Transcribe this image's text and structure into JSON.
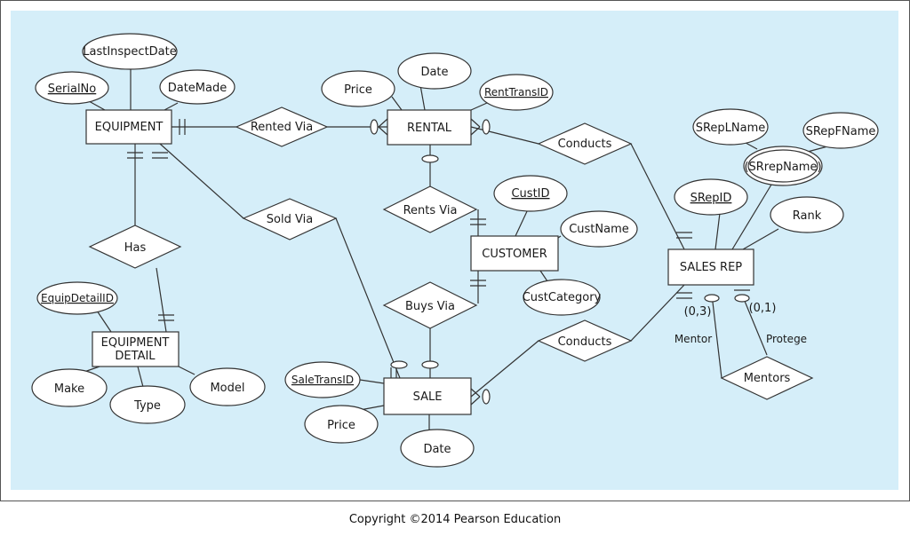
{
  "colors": {
    "background": "#d5eef9",
    "stroke": "#333333",
    "fill": "#ffffff"
  },
  "entities": {
    "equipment": "EQUIPMENT",
    "rental": "RENTAL",
    "customer": "CUSTOMER",
    "sales_rep": "SALES REP",
    "equipment_detail_line1": "EQUIPMENT",
    "equipment_detail_line2": "DETAIL",
    "sale": "SALE"
  },
  "attributes": {
    "last_inspect_date": "LastInspectDate",
    "serial_no": "SerialNo",
    "date_made": "DateMade",
    "rental_price": "Price",
    "rental_date": "Date",
    "rent_trans_id": "RentTransID",
    "cust_id": "CustID",
    "cust_name": "CustName",
    "cust_category": "CustCategory",
    "srep_lname": "SRepLName",
    "srep_fname": "SRepFName",
    "srep_name": "(SRrepName)",
    "srep_id": "SRepID",
    "rank": "Rank",
    "equip_detail_id": "EquipDetailID",
    "make": "Make",
    "type": "Type",
    "model": "Model",
    "sale_trans_id": "SaleTransID",
    "sale_price": "Price",
    "sale_date": "Date"
  },
  "relationships": {
    "rented_via": "Rented Via",
    "conducts_rental": "Conducts",
    "sold_via": "Sold Via",
    "rents_via": "Rents Via",
    "has": "Has",
    "buys_via": "Buys Via",
    "conducts_sale": "Conducts",
    "mentors": "Mentors"
  },
  "role_labels": {
    "mentor": "Mentor",
    "protege": "Protege",
    "mentor_cardinality": "(0,3)",
    "protege_cardinality": "(0,1)"
  },
  "copyright": "Copyright ©2014 Pearson Education"
}
